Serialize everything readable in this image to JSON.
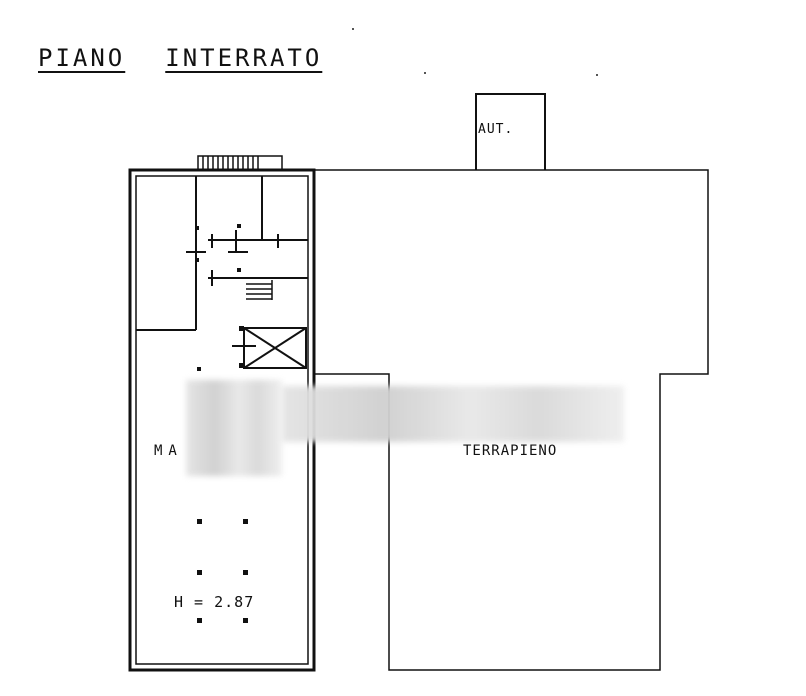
{
  "title_part1": "PIANO",
  "title_part2": "INTERRATO",
  "rooms": {
    "aut": "AUT.",
    "terrapieno": "TERRAPIENO",
    "magazzino_partial": "MA",
    "height": "H = 2.87"
  }
}
